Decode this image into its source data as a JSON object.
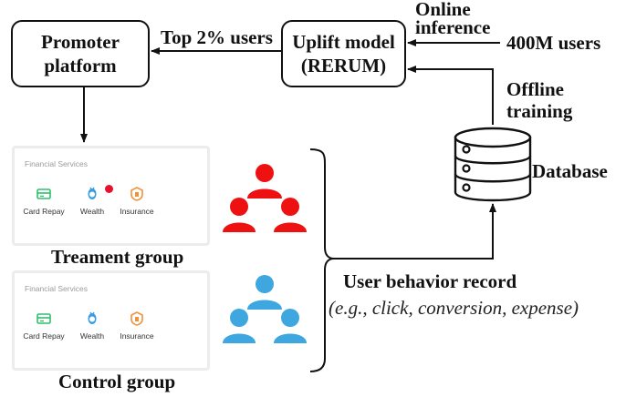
{
  "nodes": {
    "promoter_line1": "Promoter",
    "promoter_line2": "platform",
    "uplift_line1": "Uplift model",
    "uplift_line2": "(RERUM)"
  },
  "labels": {
    "top_users": "Top 2% users",
    "online_line1": "Online",
    "online_line2": "inference",
    "users_400m": "400M users",
    "offline_line1": "Offline",
    "offline_line2": "training",
    "database": "Database",
    "behavior_title": "User behavior record",
    "behavior_examples": "(e.g., click, conversion, expense)",
    "treatment_group": "Treament group",
    "control_group": "Control group"
  },
  "cards": {
    "title": "Financial Services",
    "items": [
      "Card Repay",
      "Wealth",
      "Insurance"
    ]
  },
  "colors": {
    "treatment_people": "#ee1111",
    "control_people": "#3fa7df",
    "card_repay_icon": "#2fbf6b",
    "wealth_icon": "#3a9ee6",
    "insurance_icon": "#f0923a",
    "badge": "#e8112d"
  },
  "icons": {
    "card_repay": "card-icon",
    "wealth": "wealth-icon",
    "insurance": "insurance-icon",
    "database": "database-icon",
    "people": "people-group-icon"
  }
}
